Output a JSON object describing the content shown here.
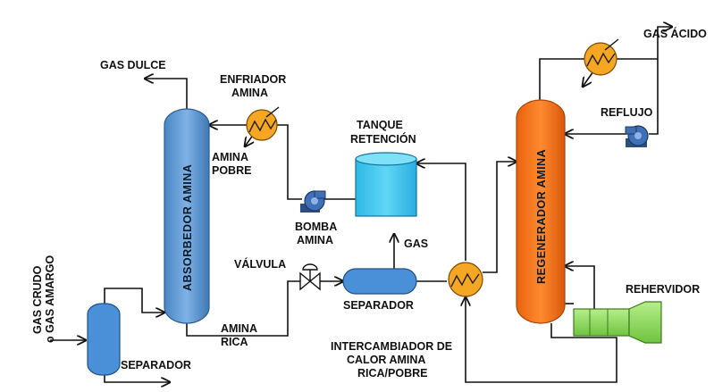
{
  "labels": {
    "gas_dulce": "GAS DULCE",
    "enfriador_1": "ENFRIADOR",
    "enfriador_2": "AMINA",
    "amina_pobre_1": "AMINA",
    "amina_pobre_2": "POBRE",
    "tanque_1": "TANQUE",
    "tanque_2": "RETENCIÓN",
    "bomba_1": "BOMBA",
    "bomba_2": "AMINA",
    "gas": "GAS",
    "valvula": "VÁLVULA",
    "separador_mid": "SEPARADOR",
    "gas_crudo_1": "GAS CRUDO",
    "gas_crudo_2": "o GAS AMARGO",
    "separador_left": "SEPARADOR",
    "amina_rica_1": "AMINA",
    "amina_rica_2": "RICA",
    "intercambiador_1": "INTERCAMBIADOR DE",
    "intercambiador_2": "CALOR AMINA",
    "intercambiador_3": "RICA/POBRE",
    "gas_acido": "GAS ÁCIDO",
    "reflujo": "REFLUJO",
    "rehervidor": "REHERVIDOR",
    "absorbedor": "ABSORBEDOR AMINA",
    "regenerador": "REGENERADOR AMINA"
  },
  "colors": {
    "absorber": "#5b9bd5",
    "regenerator": "#f47a20",
    "exchanger": "#f5a623",
    "tank": "#3ec7ee",
    "separator": "#4a90d9",
    "pump": "#3f6fb5",
    "reboiler": "#8fdc5a"
  }
}
